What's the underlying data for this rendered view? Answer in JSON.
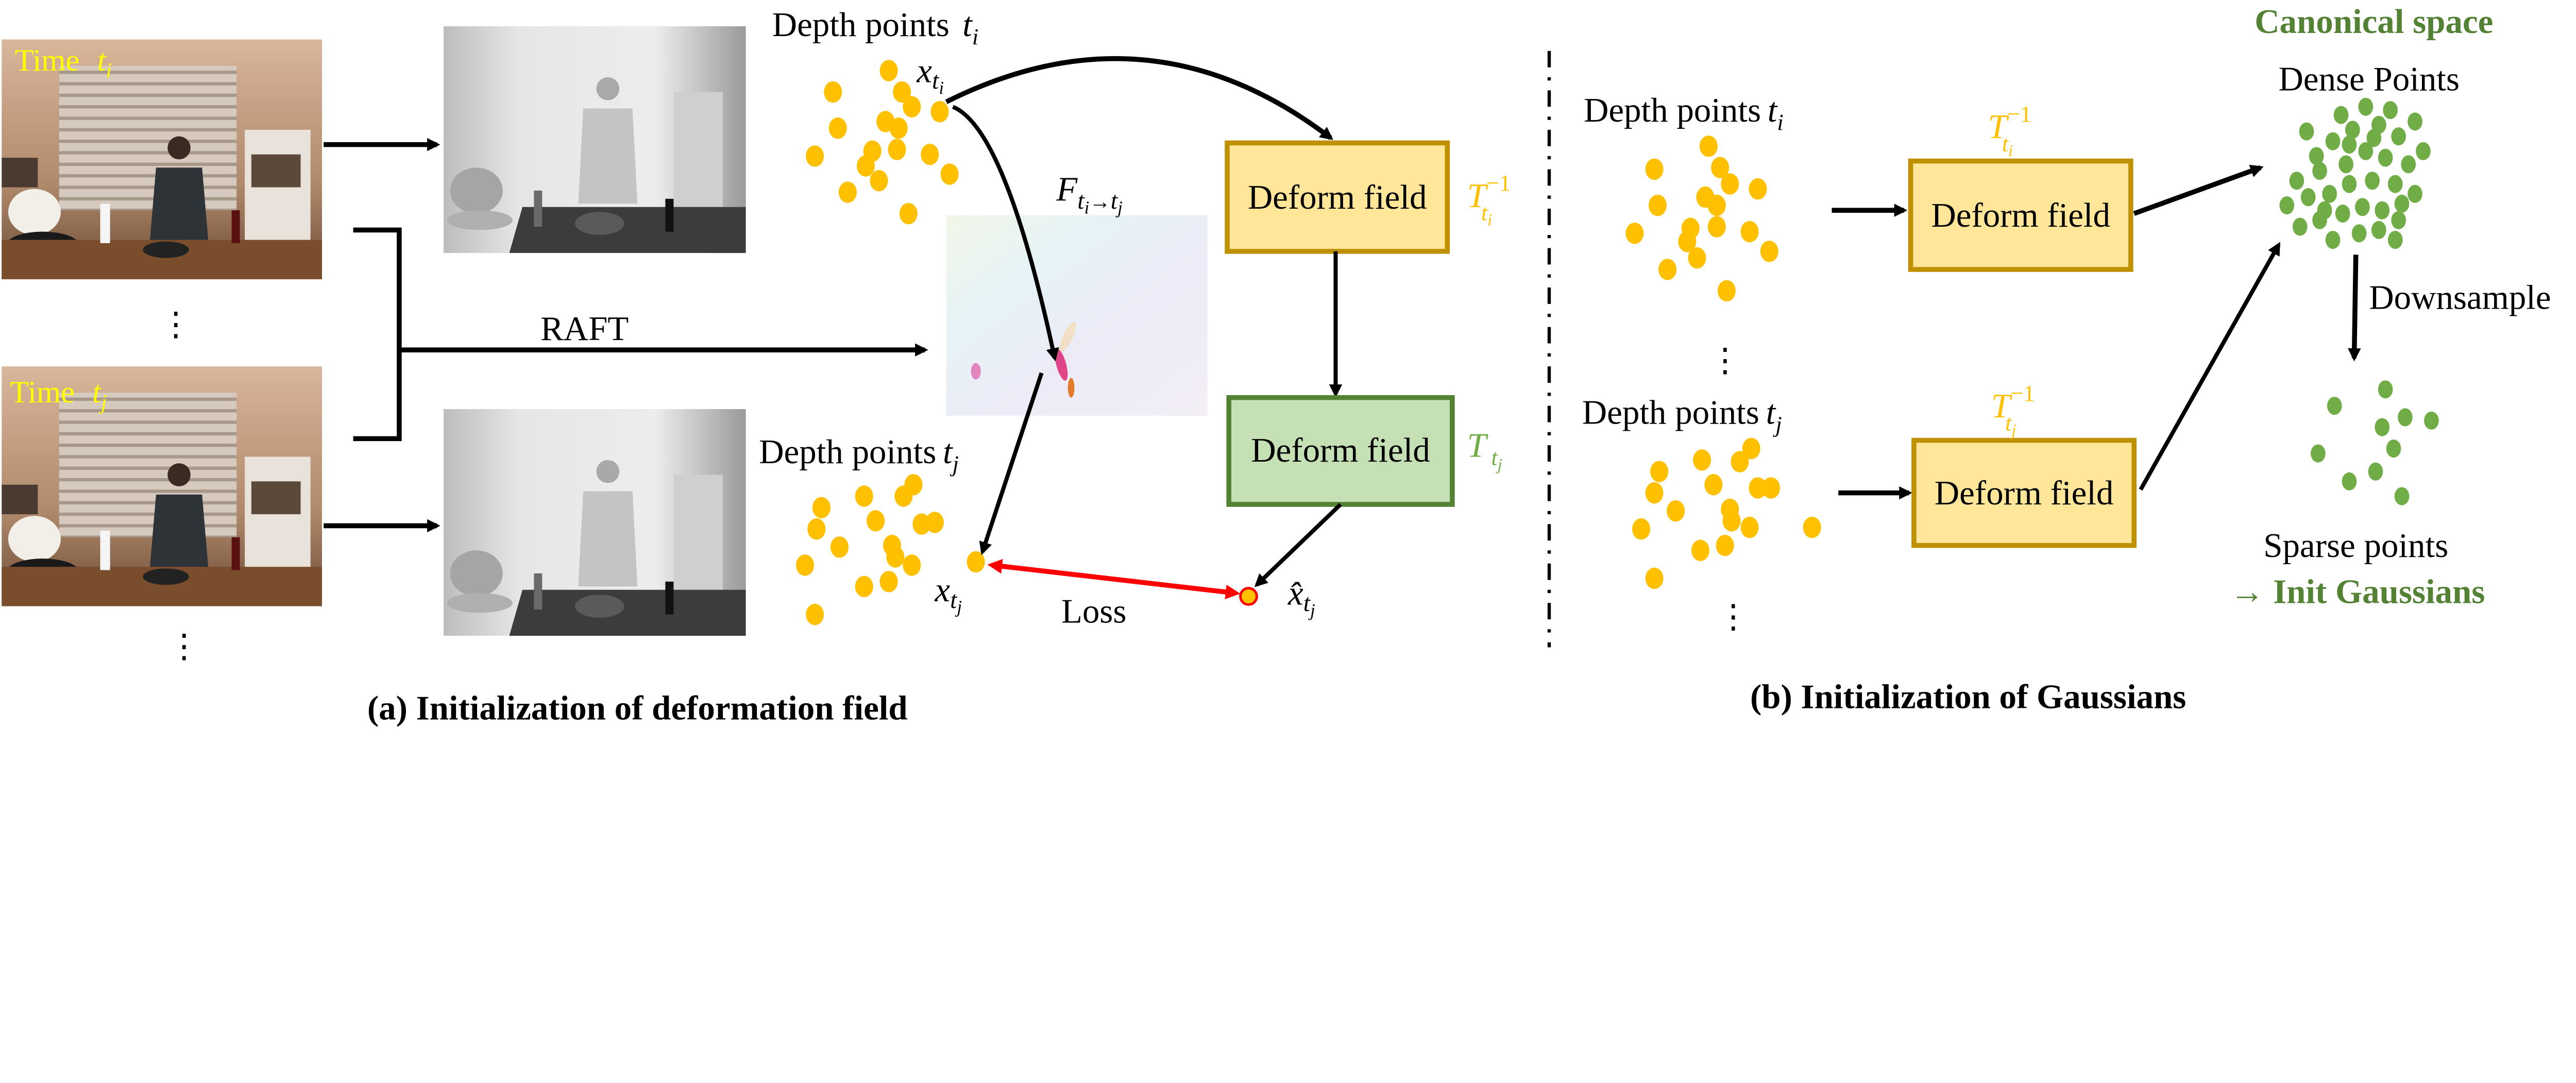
{
  "colors": {
    "point_orange": "#ffc000",
    "canonical_green": "#70ad47",
    "green_text": "#548235",
    "deform_inverse_fill": "#ffe699",
    "deform_inverse_stroke": "#bf9000",
    "deform_forward_fill": "#c5e0b4",
    "deform_forward_stroke": "#548235",
    "loss_red": "#ff0000",
    "frame_label_yellow": "#ffff00"
  },
  "panel_a": {
    "frame_ti": {
      "label": "Time",
      "var": "t",
      "sub": "i"
    },
    "frame_tj": {
      "label": "Time",
      "var": "t",
      "sub": "j"
    },
    "ellipsis": "⋮",
    "raft_label": "RAFT",
    "depth_ti": {
      "text": "Depth points",
      "var": "t",
      "sub": "i"
    },
    "depth_tj": {
      "text": "Depth points",
      "var": "t",
      "sub": "j"
    },
    "x_ti": {
      "var": "x",
      "sub": "t",
      "subsub": "i"
    },
    "x_tj": {
      "var": "x",
      "sub": "t",
      "subsub": "j"
    },
    "xhat_tj": {
      "var": "x̂",
      "sub": "t",
      "subsub": "j"
    },
    "flow_label": {
      "var": "F",
      "sub": "t",
      "subsub": "i",
      "arrow": "→",
      "sub2": "t",
      "subsub2": "j"
    },
    "deform_inverse": {
      "label": "Deform field",
      "var": "T",
      "sup": "−1",
      "sub": "t",
      "subsub": "i"
    },
    "deform_forward": {
      "label": "Deform field",
      "var": "T",
      "sub": "t",
      "subsub": "j"
    },
    "loss_label": "Loss",
    "caption": "(a) Initialization of deformation field"
  },
  "panel_b": {
    "depth_ti": {
      "text": "Depth points",
      "var": "t",
      "sub": "i"
    },
    "depth_tj": {
      "text": "Depth points",
      "var": "t",
      "sub": "j"
    },
    "ellipsis": "⋮",
    "deform_ti": {
      "label": "Deform field",
      "var": "T",
      "sup": "−1",
      "sub": "t",
      "subsub": "i"
    },
    "deform_tj": {
      "label": "Deform field",
      "var": "T",
      "sup": "−1",
      "sub": "t",
      "subsub": "j"
    },
    "canonical_space": "Canonical space",
    "dense_points": "Dense Points",
    "downsample": "Downsample",
    "sparse_points": "Sparse points",
    "init_gaussians": "→ Init Gaussians",
    "caption": "(b) Initialization of Gaussians"
  }
}
